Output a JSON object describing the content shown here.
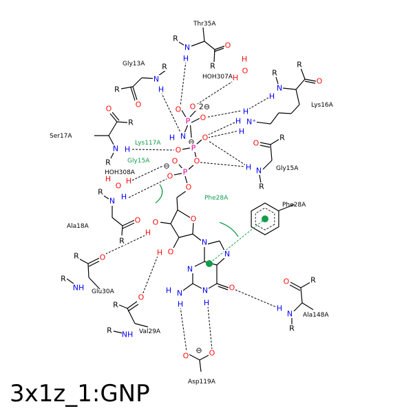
{
  "title": "3x1z_1:GNP",
  "colors": {
    "oxygen": "#ff0d0d",
    "nitrogen": "#0000ff",
    "phosphorus": "#d1009a",
    "carbon": "#000000",
    "hydrophobic": "#129c4c"
  },
  "residues": [
    {
      "label": "Thr35A",
      "kind": "residue"
    },
    {
      "label": "HOH307A",
      "kind": "water"
    },
    {
      "label": "Gly13A",
      "kind": "residue"
    },
    {
      "label": "Lys16A",
      "kind": "residue"
    },
    {
      "label": "Ser17A",
      "kind": "residue"
    },
    {
      "label": "Lys117A",
      "kind": "hydrophobic"
    },
    {
      "label": "Gly15A",
      "kind": "hydrophobic"
    },
    {
      "label": "Gly15A",
      "kind": "residue"
    },
    {
      "label": "HOH308A",
      "kind": "water"
    },
    {
      "label": "Ala18A",
      "kind": "residue"
    },
    {
      "label": "Phe28A",
      "kind": "hydrophobic"
    },
    {
      "label": "Phe28A",
      "kind": "residue"
    },
    {
      "label": "Glu30A",
      "kind": "residue"
    },
    {
      "label": "Val29A",
      "kind": "residue"
    },
    {
      "label": "Ala148A",
      "kind": "residue"
    },
    {
      "label": "Asp119A",
      "kind": "residue"
    }
  ],
  "atoms": [
    "R",
    "N",
    "H",
    "O",
    "R",
    "H",
    "O",
    "H",
    "R",
    "N",
    "H",
    "R",
    "O",
    "R",
    "O",
    "R",
    "N",
    "H",
    "H",
    "H",
    "N⁺",
    "H",
    "O",
    "O",
    "2⊖",
    "O",
    "P",
    "N",
    "H",
    "O",
    "⊖",
    "P",
    "O",
    "O",
    "O",
    "⊖",
    "P",
    "O",
    "O",
    "O",
    "R",
    "N",
    "H",
    "R",
    "O",
    "R",
    "H",
    "N",
    "R",
    "H",
    "O",
    "H",
    "R",
    "N",
    "H",
    "O",
    "R",
    "O",
    "H",
    "O",
    "H",
    "O",
    "N",
    "N",
    "N",
    "N",
    "H",
    "O",
    "H",
    "N",
    "H",
    "R",
    "O",
    "R",
    "NH",
    "R",
    "O",
    "R",
    "NH",
    "O",
    "R",
    "H",
    "N",
    "R",
    "⊖",
    "O",
    "O"
  ]
}
